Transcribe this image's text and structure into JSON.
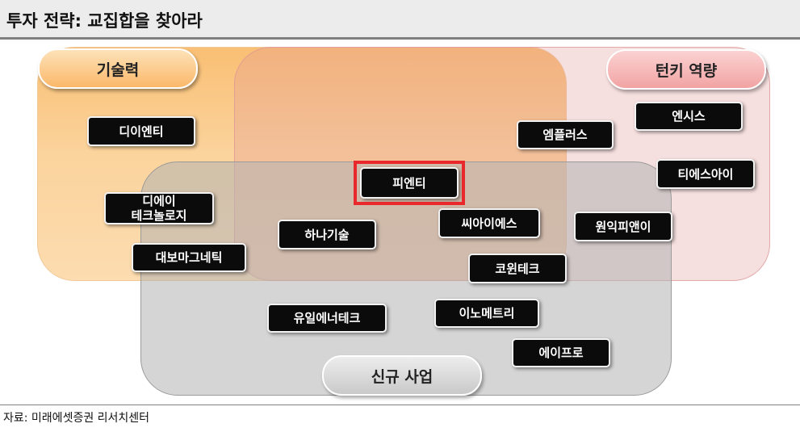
{
  "header": {
    "title": "투자 전략: 교집합을 찾아라"
  },
  "regions": {
    "technology": "기술력",
    "turnkey": "턴키 역량",
    "new_business": "신규 사업"
  },
  "companies": {
    "dientity": "디이엔티",
    "diei_tech_line1": "디에이",
    "diei_tech_line2": "테크놀로지",
    "daebo": "대보마그네틱",
    "hana": "하나기술",
    "pientity": "피엔티",
    "emplus": "엠플러스",
    "ensis": "엔시스",
    "tiesai": "티에스아이",
    "wonik": "원익피앤이",
    "cis": "씨아이에스",
    "cowintech": "코윈테크",
    "yuil": "유일에너테크",
    "inometry": "이노메트리",
    "epro": "에이프로"
  },
  "highlight_color": "#e8282b",
  "footer": {
    "source": "자료: 미래에셋증권 리서치센터"
  }
}
